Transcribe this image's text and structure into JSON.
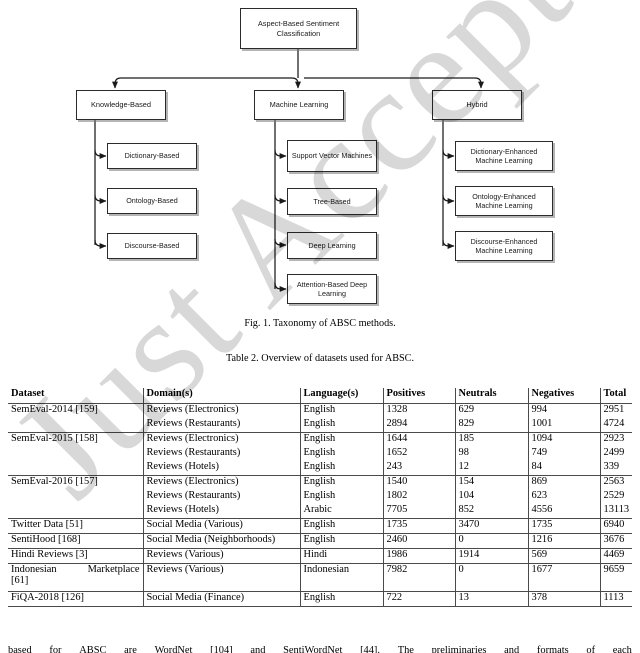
{
  "watermark": {
    "text": "Just Accepted"
  },
  "figure": {
    "caption": "Fig. 1.  Taxonomy of ABSC methods.",
    "nodes": {
      "root": "Aspect-Based Sentiment Classification",
      "knowledge_based": "Knowledge-Based",
      "machine_learning": "Machine Learning",
      "hybrid": "Hybrid",
      "dictionary_based": "Dictionary-Based",
      "ontology_based": "Ontology-Based",
      "discourse_based": "Discourse-Based",
      "support_vector_machines": "Support Vector Machines",
      "tree_based": "Tree-Based",
      "deep_learning": "Deep Learning",
      "attention_based_deep_learning": "Attention-Based Deep Learning",
      "dictionary_enhanced_ml": "Dictionary-Enhanced Machine Learning",
      "ontology_enhanced_ml": "Ontology-Enhanced Machine Learning",
      "discourse_enhanced_ml": "Discourse-Enhanced Machine Learning"
    }
  },
  "table": {
    "caption": "Table 2.  Overview of datasets used for ABSC.",
    "headers": [
      "Dataset",
      "Domain(s)",
      "Language(s)",
      "Positives",
      "Neutrals",
      "Negatives",
      "Total"
    ],
    "rows": [
      {
        "dataset": "SemEval-2014 [159]",
        "domain": "Reviews (Electronics)",
        "language": "English",
        "positives": "1328",
        "neutrals": "629",
        "negatives": "994",
        "total": "2951",
        "group_start": true
      },
      {
        "dataset": "",
        "domain": "Reviews (Restaurants)",
        "language": "English",
        "positives": "2894",
        "neutrals": "829",
        "negatives": "1001",
        "total": "4724",
        "group_start": false
      },
      {
        "dataset": "SemEval-2015 [158]",
        "domain": "Reviews (Electronics)",
        "language": "English",
        "positives": "1644",
        "neutrals": "185",
        "negatives": "1094",
        "total": "2923",
        "group_start": true
      },
      {
        "dataset": "",
        "domain": "Reviews (Restaurants)",
        "language": "English",
        "positives": "1652",
        "neutrals": "98",
        "negatives": "749",
        "total": "2499",
        "group_start": false
      },
      {
        "dataset": "",
        "domain": "Reviews (Hotels)",
        "language": "English",
        "positives": "243",
        "neutrals": "12",
        "negatives": "84",
        "total": "339",
        "group_start": false
      },
      {
        "dataset": "SemEval-2016 [157]",
        "domain": "Reviews (Electronics)",
        "language": "English",
        "positives": "1540",
        "neutrals": "154",
        "negatives": "869",
        "total": "2563",
        "group_start": true
      },
      {
        "dataset": "",
        "domain": "Reviews (Restaurants)",
        "language": "English",
        "positives": "1802",
        "neutrals": "104",
        "negatives": "623",
        "total": "2529",
        "group_start": false
      },
      {
        "dataset": "",
        "domain": "Reviews (Hotels)",
        "language": "Arabic",
        "positives": "7705",
        "neutrals": "852",
        "negatives": "4556",
        "total": "13113",
        "group_start": false
      },
      {
        "dataset": "Twitter Data [51]",
        "domain": "Social Media (Various)",
        "language": "English",
        "positives": "1735",
        "neutrals": "3470",
        "negatives": "1735",
        "total": "6940",
        "group_start": true
      },
      {
        "dataset": "SentiHood [168]",
        "domain": "Social Media (Neighborhoods)",
        "language": "English",
        "positives": "2460",
        "neutrals": "0",
        "negatives": "1216",
        "total": "3676",
        "group_start": true
      },
      {
        "dataset": "Hindi Reviews [3]",
        "domain": "Reviews (Various)",
        "language": "Hindi",
        "positives": "1986",
        "neutrals": "1914",
        "negatives": "569",
        "total": "4469",
        "group_start": true
      },
      {
        "dataset": "Indonesian Marketplace [61]",
        "domain": "Reviews (Various)",
        "language": "Indonesian",
        "positives": "7982",
        "neutrals": "0",
        "negatives": "1677",
        "total": "9659",
        "group_start": true,
        "wrap": [
          "Indonesian",
          "Marketplace",
          "[61]"
        ]
      },
      {
        "dataset": "FiQA-2018 [126]",
        "domain": "Social Media (Finance)",
        "language": "English",
        "positives": "722",
        "neutrals": "13",
        "negatives": "378",
        "total": "1113",
        "group_start": true,
        "last": true
      }
    ]
  },
  "body_text": {
    "clipped_line_words": [
      "based",
      "for",
      "ABSC",
      "are",
      "WordNet",
      "[104]",
      "and",
      "SentiWordNet",
      "[44].",
      "The",
      "preliminaries",
      "and",
      "formats",
      "of",
      "each"
    ]
  }
}
